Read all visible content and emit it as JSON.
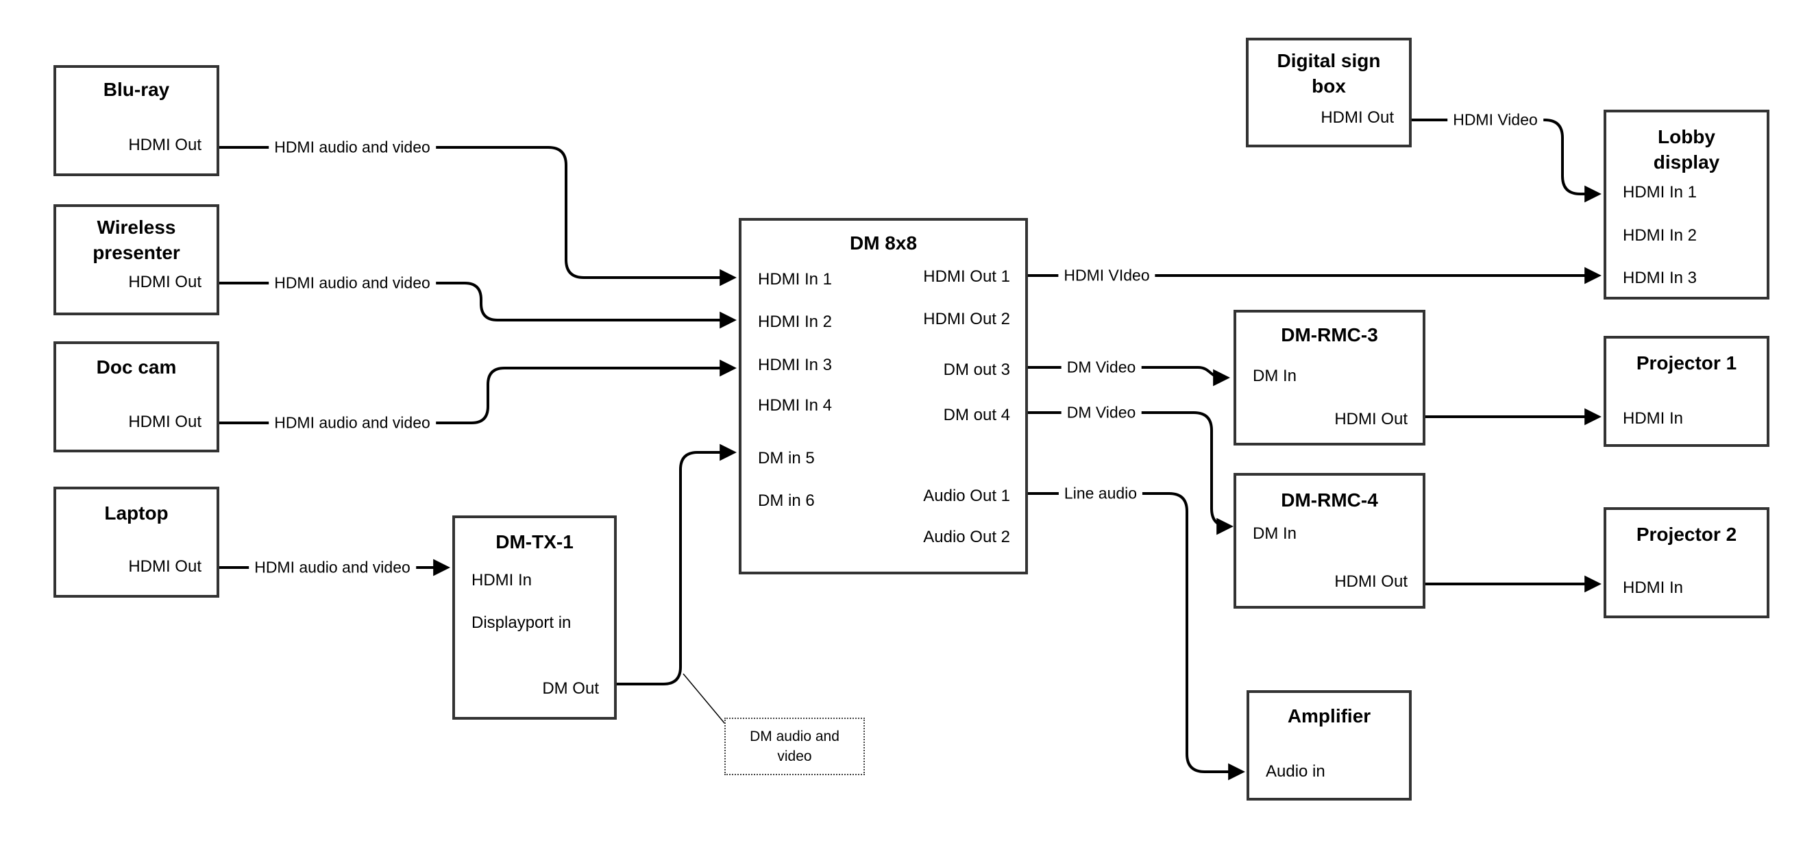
{
  "nodes": {
    "bluray": {
      "title": "Blu-ray",
      "ports": [
        "HDMI Out"
      ]
    },
    "wireless": {
      "title": "Wireless\npresenter",
      "ports": [
        "HDMI Out"
      ]
    },
    "doccam": {
      "title": "Doc cam",
      "ports": [
        "HDMI Out"
      ]
    },
    "laptop": {
      "title": "Laptop",
      "ports": [
        "HDMI Out"
      ]
    },
    "dmtx1": {
      "title": "DM-TX-1",
      "ports": [
        "HDMI In",
        "Displayport in",
        "DM Out"
      ]
    },
    "dm8x8": {
      "title": "DM 8x8",
      "inputs": [
        "HDMI In 1",
        "HDMI In 2",
        "HDMI In 3",
        "HDMI In 4",
        "DM in 5",
        "DM in 6"
      ],
      "outputs": [
        "HDMI Out 1",
        "HDMI Out 2",
        "DM out 3",
        "DM out 4",
        "Audio Out 1",
        "Audio Out 2"
      ]
    },
    "digital_sign": {
      "title": "Digital sign\nbox",
      "ports": [
        "HDMI Out"
      ]
    },
    "lobby": {
      "title": "Lobby\ndisplay",
      "ports": [
        "HDMI In 1",
        "HDMI In 2",
        "HDMI In 3"
      ]
    },
    "rmc3": {
      "title": "DM-RMC-3",
      "ports": [
        "DM In",
        "HDMI Out"
      ]
    },
    "rmc4": {
      "title": "DM-RMC-4",
      "ports": [
        "DM In",
        "HDMI Out"
      ]
    },
    "proj1": {
      "title": "Projector 1",
      "ports": [
        "HDMI In"
      ]
    },
    "proj2": {
      "title": "Projector 2",
      "ports": [
        "HDMI In"
      ]
    },
    "amp": {
      "title": "Amplifier",
      "ports": [
        "Audio in"
      ]
    }
  },
  "edge_labels": [
    "HDMI audio and video",
    "HDMI audio and video",
    "HDMI audio and video",
    "HDMI audio and video",
    "HDMI VIdeo",
    "HDMI Video",
    "DM Video",
    "DM Video",
    "Line audio"
  ],
  "annotation": {
    "text": "DM audio and\nvideo"
  },
  "colors": {
    "line": "#000000",
    "box_border": "#333333",
    "text": "#000000"
  }
}
